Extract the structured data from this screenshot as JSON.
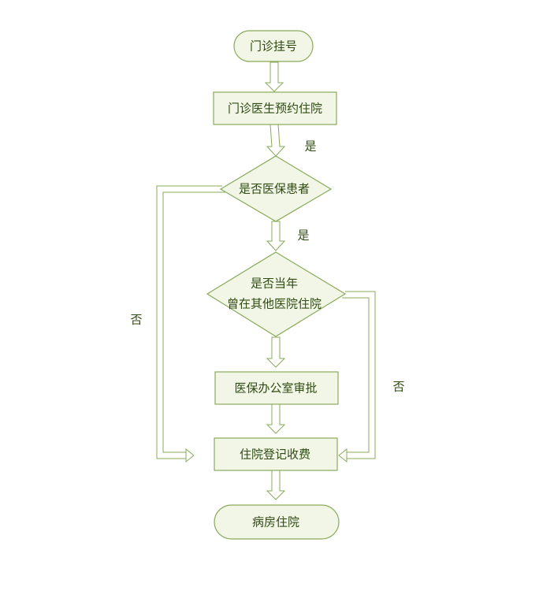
{
  "nodes": {
    "outpatient_registration": "门诊挂号",
    "doctor_booking": "门诊医生预约住院",
    "is_insured": "是否医保患者",
    "prior_hospital_line1": "是否当年",
    "prior_hospital_line2": "曾在其他医院住院",
    "insurance_approval": "医保办公室审批",
    "admission_payment": "住院登记收费",
    "ward_admission": "病房住院"
  },
  "edge_labels": {
    "yes_1": "是",
    "yes_2": "是",
    "no_left": "否",
    "no_right": "否"
  },
  "colors": {
    "node_fill": "#f1f6e6",
    "stroke": "#8aaa5a",
    "text": "#2f4a12"
  }
}
